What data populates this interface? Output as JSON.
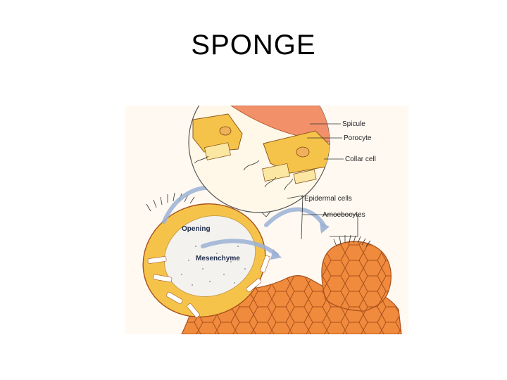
{
  "slide": {
    "title": "SPONGE"
  },
  "diagram": {
    "labels": {
      "spicule": "Spicule",
      "porocyte": "Porocyte",
      "collar_cell": "Collar cell",
      "epidermal_cells": "Epidermal cells",
      "amoebocytes": "Amoebocytes",
      "opening": "Opening",
      "mesenchyme": "Mesenchyme"
    },
    "colors": {
      "body_orange": "#f08a3c",
      "cell_outline": "#a8501c",
      "wall_yellow": "#f6c34a",
      "collar_cream": "#fbe7a2",
      "spicule_band": "#f2906a",
      "water_arrow": "#9bb2d6"
    }
  }
}
